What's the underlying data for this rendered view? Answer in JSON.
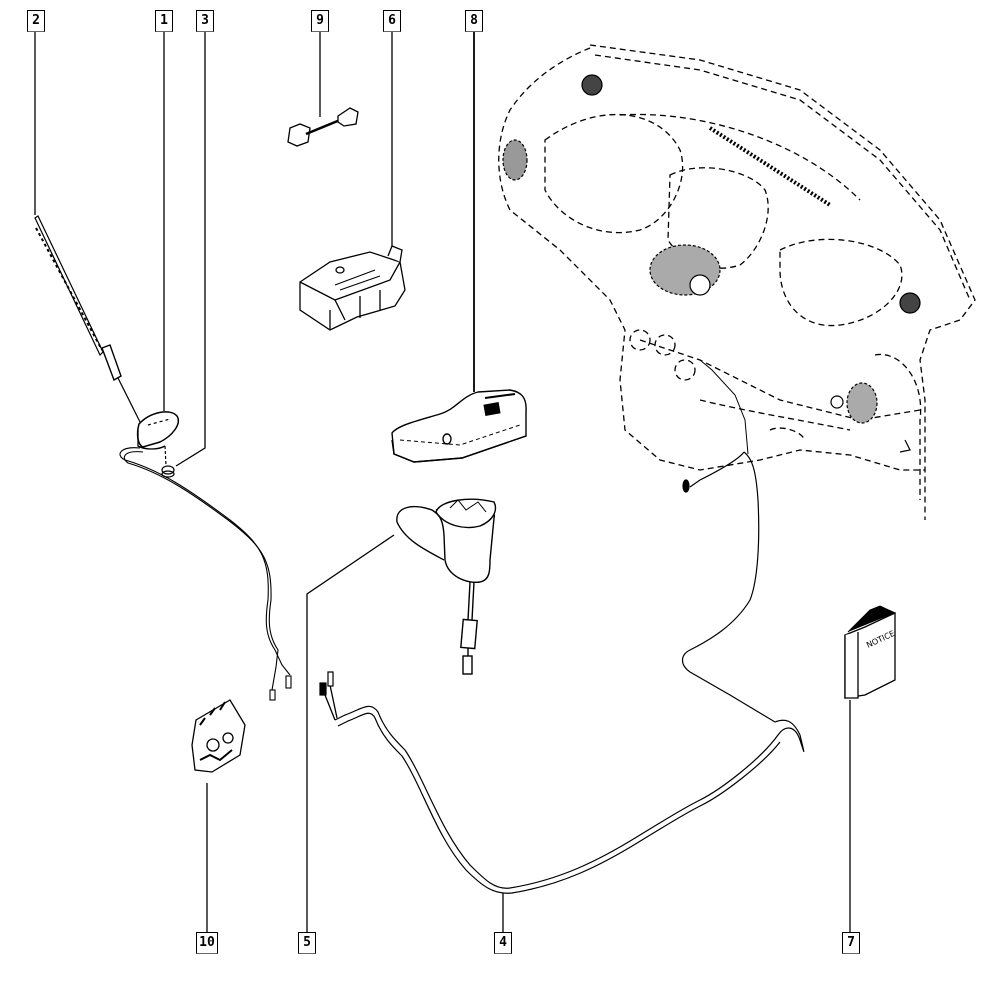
{
  "diagram": {
    "type": "exploded-parts-diagram",
    "callouts": [
      {
        "id": "2",
        "part": "antenna-mast"
      },
      {
        "id": "1",
        "part": "antenna-base"
      },
      {
        "id": "3",
        "part": "antenna-nut"
      },
      {
        "id": "9",
        "part": "connector-lead"
      },
      {
        "id": "6",
        "part": "control-unit-bracket"
      },
      {
        "id": "8",
        "part": "phone-cradle"
      },
      {
        "id": "10",
        "part": "connector-block"
      },
      {
        "id": "5",
        "part": "cradle-support-mount"
      },
      {
        "id": "4",
        "part": "wiring-harness"
      },
      {
        "id": "7",
        "part": "notice-booklet"
      }
    ],
    "book_label": "NOTICE",
    "background_part": "dashboard-outline-dashed"
  }
}
